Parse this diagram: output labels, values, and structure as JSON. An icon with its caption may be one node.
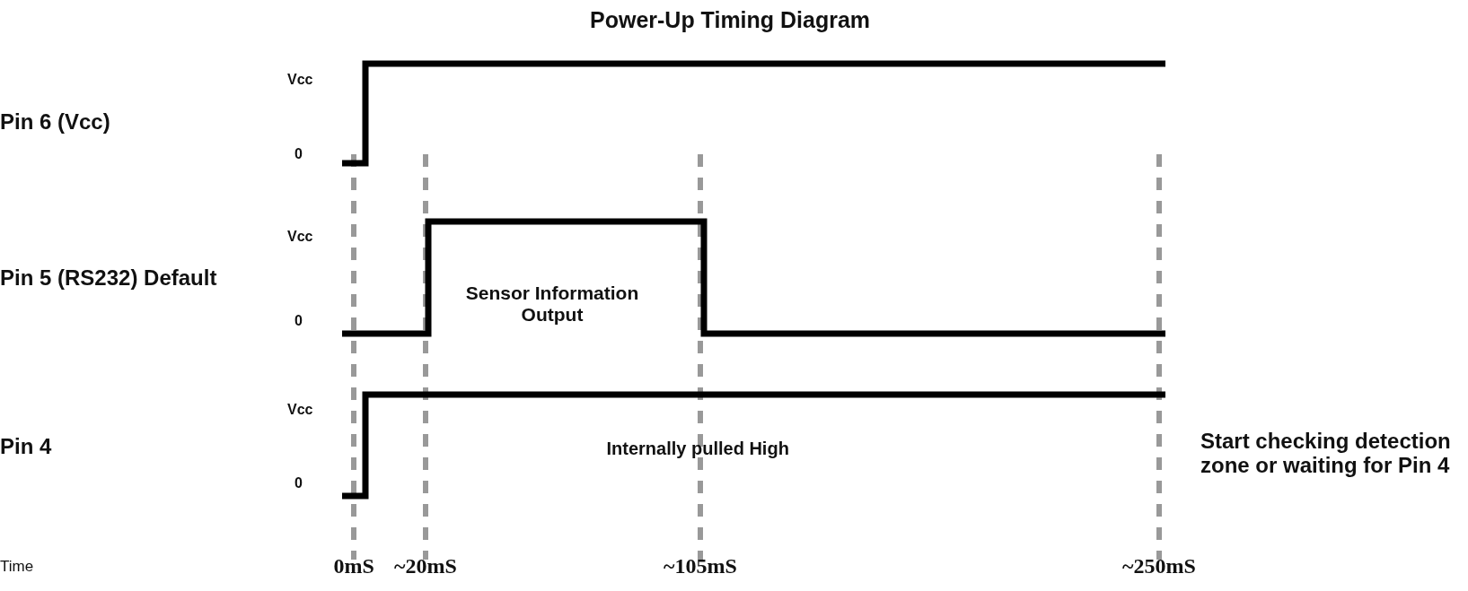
{
  "diagram": {
    "title": "Power-Up Timing Diagram",
    "labels": [
      "Pin 6 (Vcc)",
      "Vcc",
      "0",
      "Pin 5 (RS232) Default",
      "Vcc",
      "Sensor Information Output",
      "0",
      "Pin 4",
      "Vcc",
      "Internally pulled High",
      "0",
      "Start checking detection zone or waiting for Pin 4",
      "Time",
      "0mS",
      "~20mS",
      "~105mS",
      "~250mS"
    ]
  }
}
